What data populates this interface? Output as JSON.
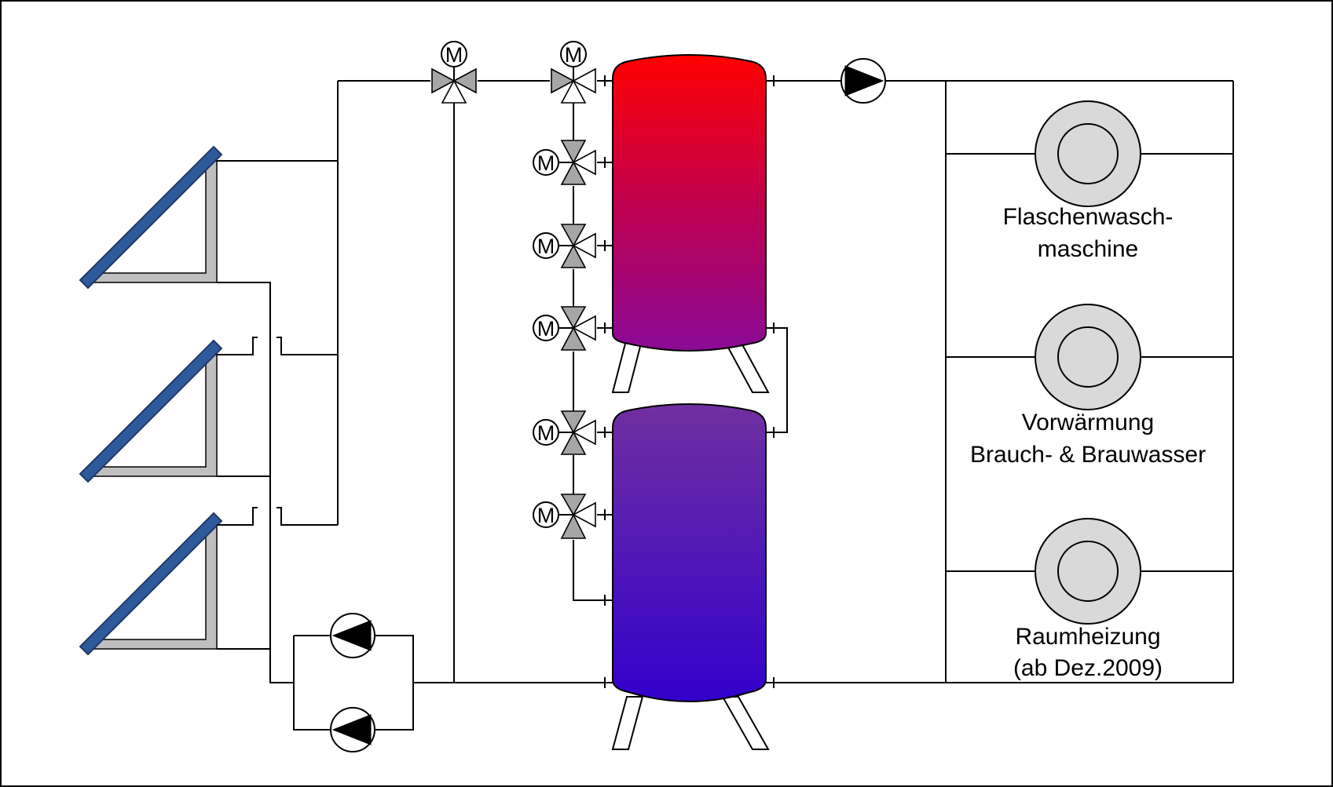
{
  "diagram": {
    "motor_symbol_text": "M",
    "consumers": [
      {
        "id": "bottle-washer",
        "label_lines": [
          "Flaschenwasch-",
          "maschine"
        ]
      },
      {
        "id": "preheating",
        "label_lines": [
          "Vorwärmung",
          "Brauch- & Brauwasser"
        ]
      },
      {
        "id": "space-heating",
        "label_lines": [
          "Raumheizung",
          "(ab Dez.2009)"
        ]
      }
    ],
    "colors": {
      "tank_top_hot": "#ff0000",
      "tank_top_mid": "#c0004e",
      "tank_top_bottom": "#8a0a96",
      "tank_bottom_top": "#7030a0",
      "tank_bottom_bottom": "#3300cc",
      "collector_blue": "#2e5a9c",
      "valve_grey": "#a6a6a6",
      "consumer_grey": "#d9d9d9"
    }
  }
}
